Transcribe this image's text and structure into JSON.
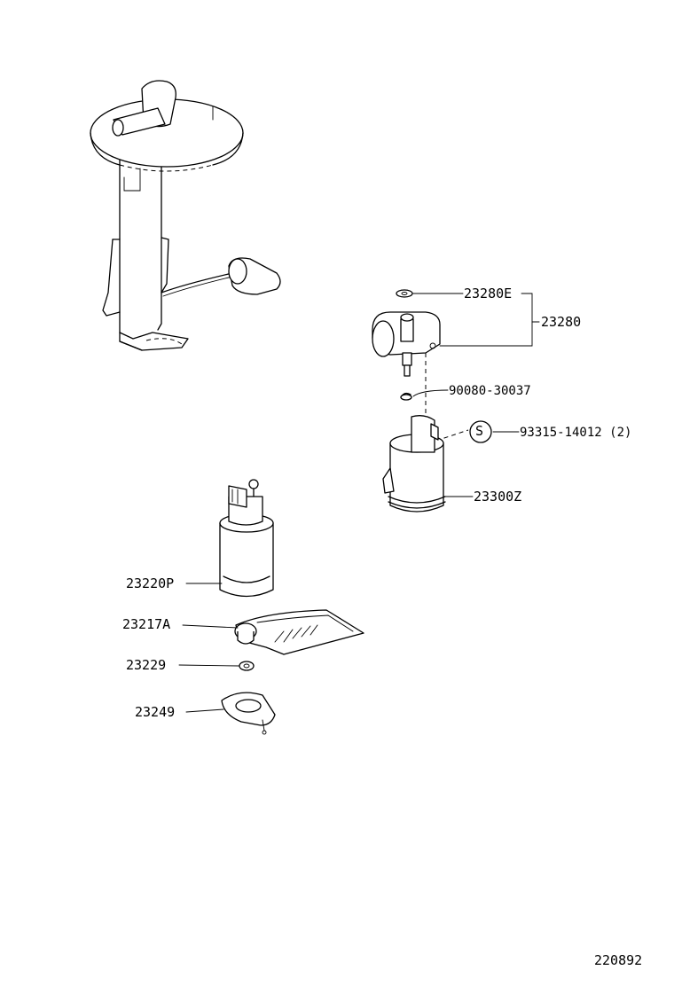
{
  "diagram": {
    "id": "220892",
    "parts": [
      {
        "label": "23280E"
      },
      {
        "label": "23280"
      },
      {
        "label": "90080-30037"
      },
      {
        "label": "93315-14012 (2)",
        "symbol": "S"
      },
      {
        "label": "23300Z"
      },
      {
        "label": "23220P"
      },
      {
        "label": "23217A"
      },
      {
        "label": "23229"
      },
      {
        "label": "23249"
      }
    ]
  },
  "icons": [
    "fuel-sender-bracket-icon",
    "fuel-pump-icon",
    "fuel-filter-icon",
    "strainer-icon"
  ],
  "colors": {
    "line": "#000000",
    "background": "#ffffff"
  }
}
